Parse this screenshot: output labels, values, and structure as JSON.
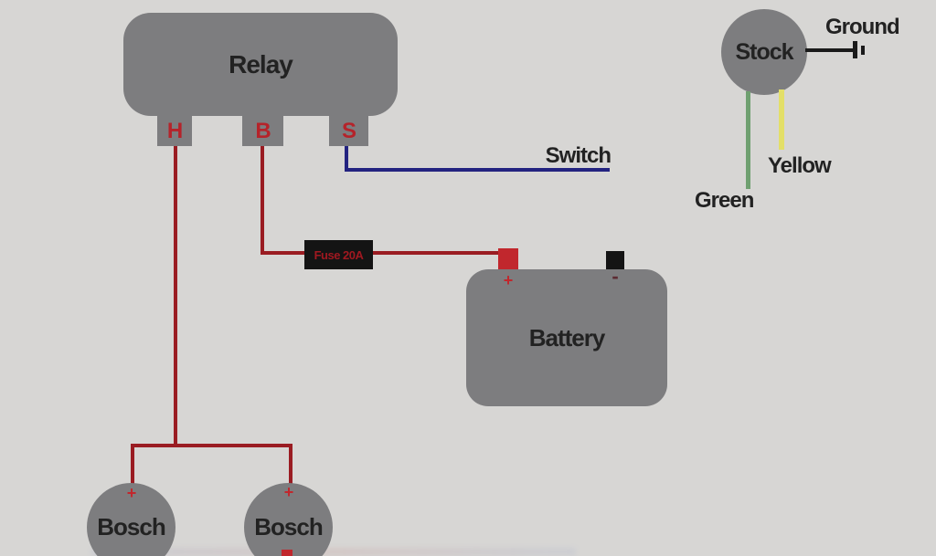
{
  "colors": {
    "background": "#d7d6d4",
    "component_gray": "#7d7d7f",
    "wire_red": "#9a1c22",
    "wire_blue": "#232380",
    "wire_green": "#6fa070",
    "wire_yellow": "#e3df68",
    "wire_black": "#1a1a1a",
    "terminal_red": "#c1272d",
    "terminal_black": "#141414",
    "label_dark": "#222222",
    "terminal_letter_red": "#b5232a",
    "fuse_bg": "#141414",
    "fuse_text": "#a01820"
  },
  "relay": {
    "label": "Relay",
    "terminals": [
      {
        "label": "H"
      },
      {
        "label": "B"
      },
      {
        "label": "S"
      }
    ]
  },
  "fuse": {
    "label": "Fuse 20A"
  },
  "battery": {
    "label": "Battery",
    "positive_mark": "+",
    "negative_mark": "-"
  },
  "switch": {
    "label": "Switch"
  },
  "stock": {
    "label": "Stock",
    "ground_label": "Ground",
    "yellow_label": "Yellow",
    "green_label": "Green"
  },
  "horns": [
    {
      "label": "Bosch",
      "positive_mark": "+"
    },
    {
      "label": "Bosch",
      "positive_mark": "+"
    }
  ]
}
